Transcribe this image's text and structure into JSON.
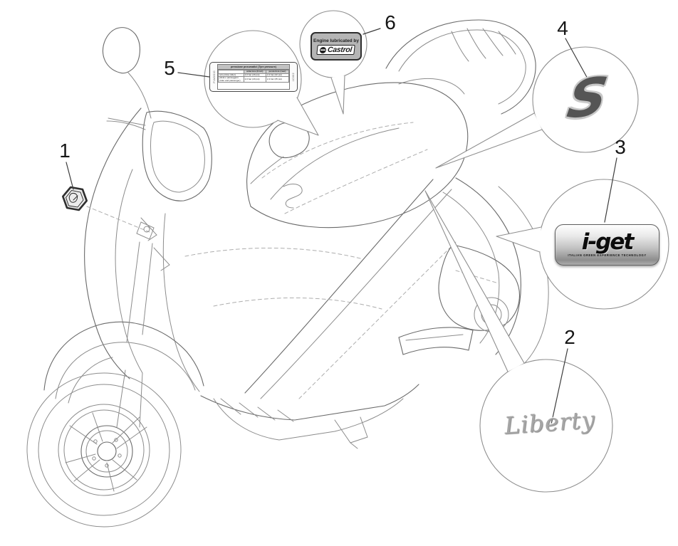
{
  "colors": {
    "line_gray": "#8c8c8c",
    "number_text": "#161616",
    "sticker_gray": "#b5b5b5",
    "metal_badge_light": "#e9e9e9",
    "metal_badge_dark": "#8d8d8d",
    "emblem_gray": "#a6a6a6",
    "s_gray": "#555555"
  },
  "callouts": [
    {
      "number": "1",
      "name": "piaggio-hexagon-badge"
    },
    {
      "number": "2",
      "name": "liberty-script-emblem"
    },
    {
      "number": "3",
      "name": "i-get-engine-badge"
    },
    {
      "number": "4",
      "name": "s-emblem"
    },
    {
      "number": "5",
      "name": "tyre-pressure-plate"
    },
    {
      "number": "6",
      "name": "castrol-sticker"
    }
  ],
  "castrol": {
    "line1": "Engine lubricated by",
    "brand": "Castrol"
  },
  "plate": {
    "brand": "PIAGGIO",
    "title": "pressione pneumatici (Tyre pressure)",
    "col_front": "anteriore (front)",
    "col_rear": "posteriore (rear)",
    "rows": [
      {
        "label": "solo pilota (rider)",
        "front": "2,0 bar (29 psi)",
        "rear": "2,2 bar (32 psi)"
      },
      {
        "label": "pilota e passeggero (rider and passenger)",
        "front": "2,0 bar (29 psi)",
        "rear": "2,4 bar (35 psi)"
      }
    ],
    "code": "1C002"
  },
  "iget": {
    "brand": "i-get",
    "tagline": "ITALIAN GREEN EXPERIENCE TECHNOLOGY"
  },
  "s_badge": {
    "letter": "S"
  },
  "liberty": {
    "text": "Liberty"
  }
}
